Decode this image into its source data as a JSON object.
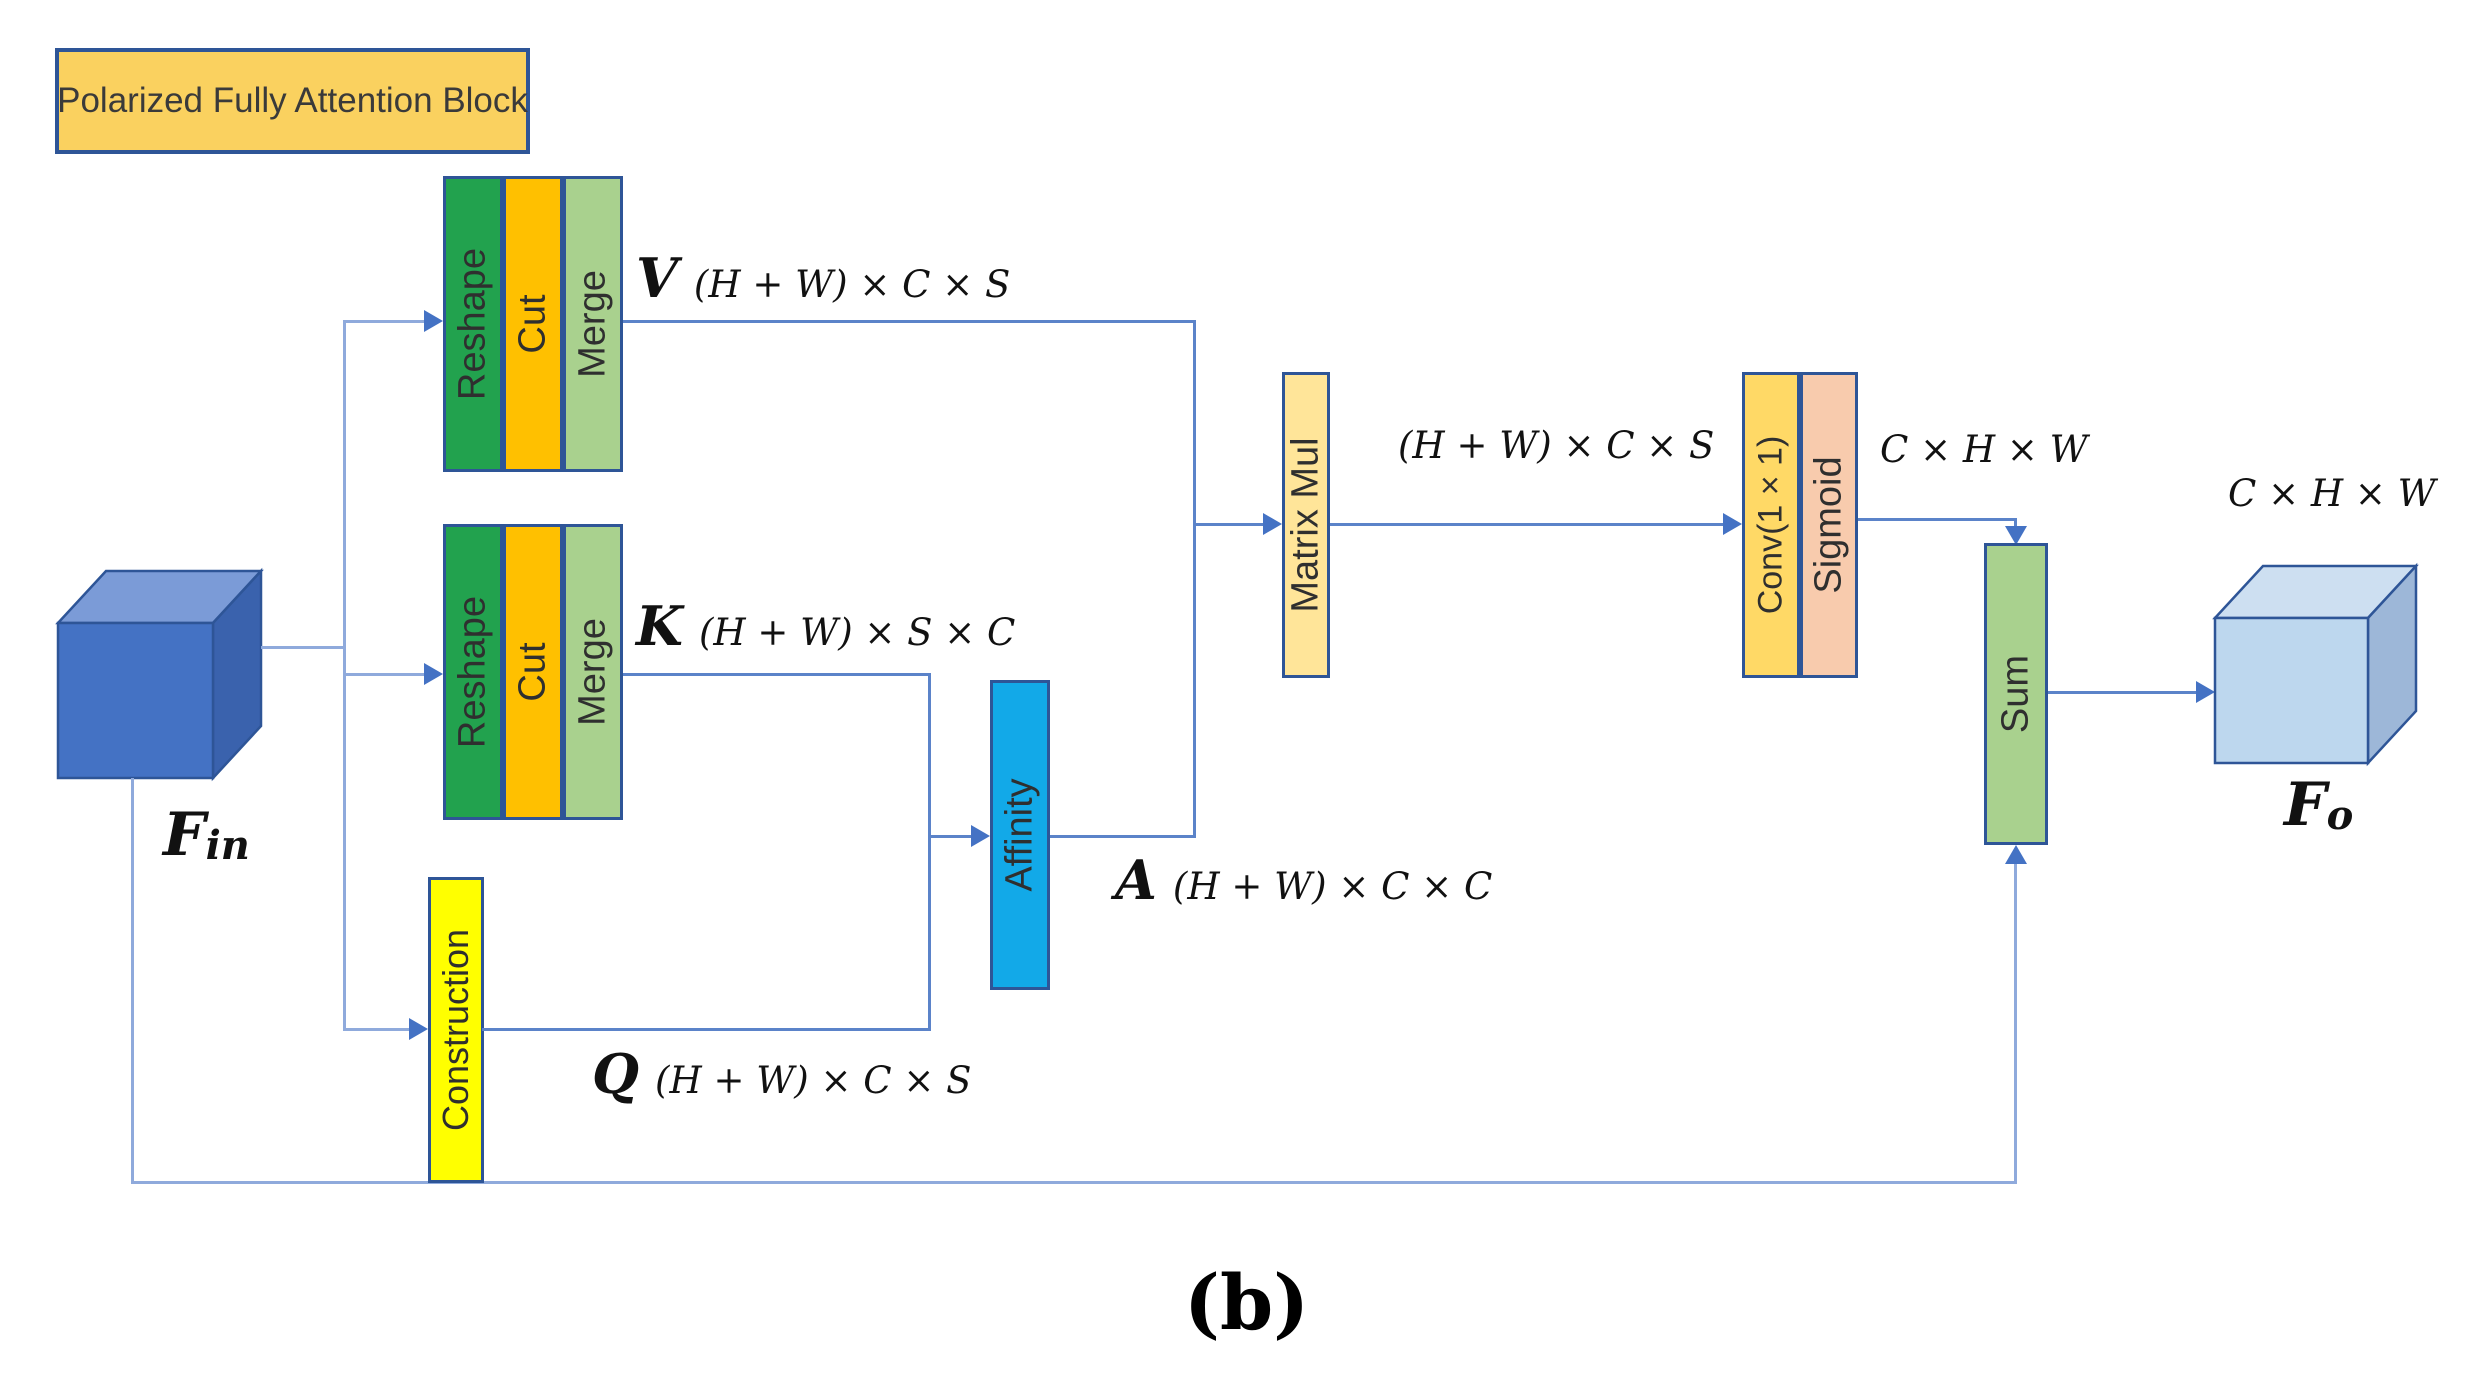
{
  "figure": {
    "title": "Polarized Fully Attention Block",
    "caption": "(b)",
    "input": {
      "symbol": "F",
      "subscript": "in"
    },
    "output": {
      "symbol": "F",
      "subscript": "o"
    },
    "blocks": {
      "reshape": "Reshape",
      "cut": "Cut",
      "merge": "Merge",
      "construction": "Construction",
      "affinity": "Affinity",
      "matrix_mul": "Matrix Mul",
      "conv": "Conv(1 × 1)",
      "sigmoid": "Sigmoid",
      "sum": "Sum"
    },
    "tensors": {
      "v": {
        "symbol": "V",
        "dims": "(H + W) × C × S"
      },
      "k": {
        "symbol": "K",
        "dims": "(H + W) × S × C"
      },
      "q": {
        "symbol": "Q",
        "dims": "(H + W) × C × S"
      },
      "a": {
        "symbol": "A",
        "dims": "(H + W) × C × C"
      },
      "matrix_mul_out": "(H + W) × C × S",
      "sigmoid_out": "C × H × W",
      "output_dims": "C × H × W"
    },
    "colors": {
      "title_fill": "#fad15f",
      "block_border": "#2e5597",
      "reshape": "#22a24e",
      "cut": "#ffc000",
      "merge": "#a9d18e",
      "construction": "#ffff00",
      "affinity": "#12a9e8",
      "matrix_mul": "#ffe599",
      "conv": "#ffd966",
      "sigmoid": "#f8cbad",
      "sum": "#a9d18e",
      "line": "#5b83c9",
      "line_light": "#8faadc",
      "arrow": "#4472c4",
      "cube_in_front": "#4472c4",
      "cube_in_top": "#7b9bd7",
      "cube_in_side": "#3a62ad",
      "cube_out_front": "#bdd7ee",
      "cube_out_top": "#cddff1",
      "cube_out_side": "#9db7d8"
    }
  }
}
